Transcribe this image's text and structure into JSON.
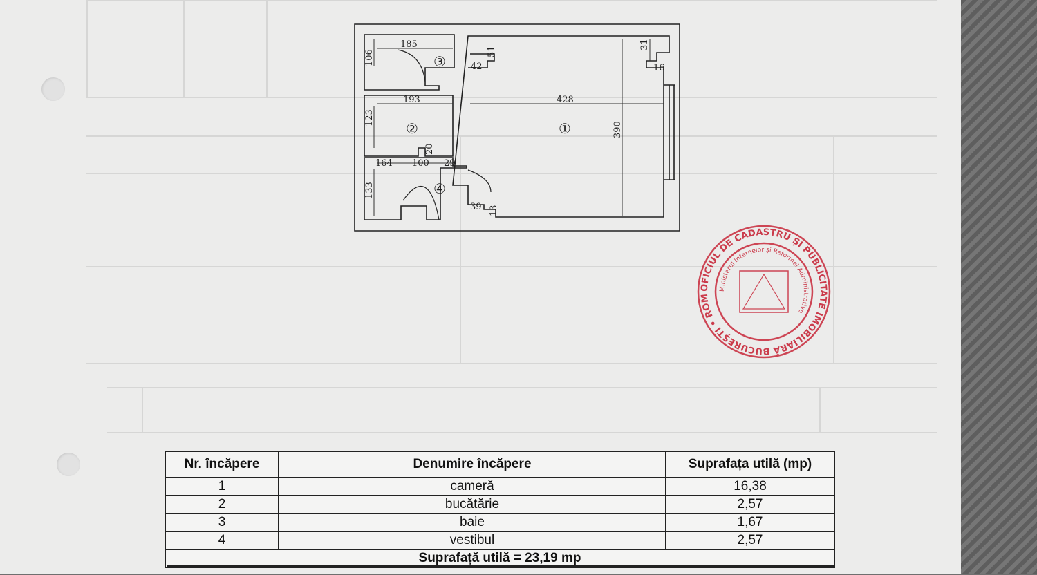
{
  "floor_plan": {
    "dimensions": [
      "185",
      "106",
      "51",
      "42",
      "31",
      "16",
      "193",
      "428",
      "123",
      "390",
      "20",
      "164",
      "100",
      "29",
      "133",
      "39",
      "13"
    ],
    "room_markers": [
      "①",
      "②",
      "③",
      "④"
    ]
  },
  "stamp": {
    "outer_text": "OFICIUL DE CADASTRU ȘI PUBLICITATE IMOBILIARĂ BUCUREȘTI • ROMÂNIA •",
    "inner_text": "Ministerul Internelor și Reformei Administrative",
    "color": "#c8283a"
  },
  "rooms_table": {
    "headers": [
      "Nr. încăpere",
      "Denumire încăpere",
      "Suprafața utilă (mp)"
    ],
    "rows": [
      {
        "nr": "1",
        "name": "cameră",
        "area": "16,38"
      },
      {
        "nr": "2",
        "name": "bucătărie",
        "area": "2,57"
      },
      {
        "nr": "3",
        "name": "baie",
        "area": "1,67"
      },
      {
        "nr": "4",
        "name": "vestibul",
        "area": "2,57"
      }
    ],
    "total": "Suprafață utilă = 23,19 mp"
  }
}
